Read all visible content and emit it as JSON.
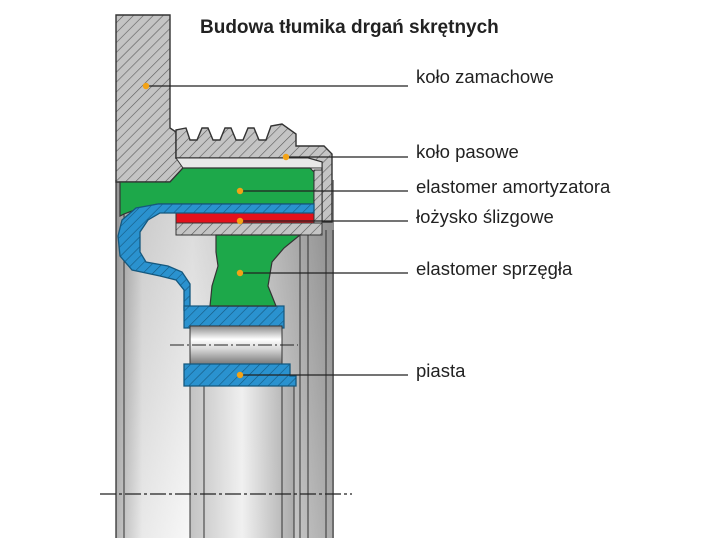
{
  "title": "Budowa tłumika drgań skrętnych",
  "labels": {
    "flywheel": "koło zamachowe",
    "pulley": "koło pasowe",
    "damper_elastomer": "elastomer amortyzatora",
    "bearing": "łożysko ślizgowe",
    "coupling_elastomer": "elastomer sprzęgła",
    "hub": "piasta"
  },
  "colors": {
    "green": "#1da84a",
    "blue": "#2a92cf",
    "red": "#e3101b",
    "metal": "#c7c7c7",
    "dot": "#f3a316",
    "text": "#222222"
  }
}
